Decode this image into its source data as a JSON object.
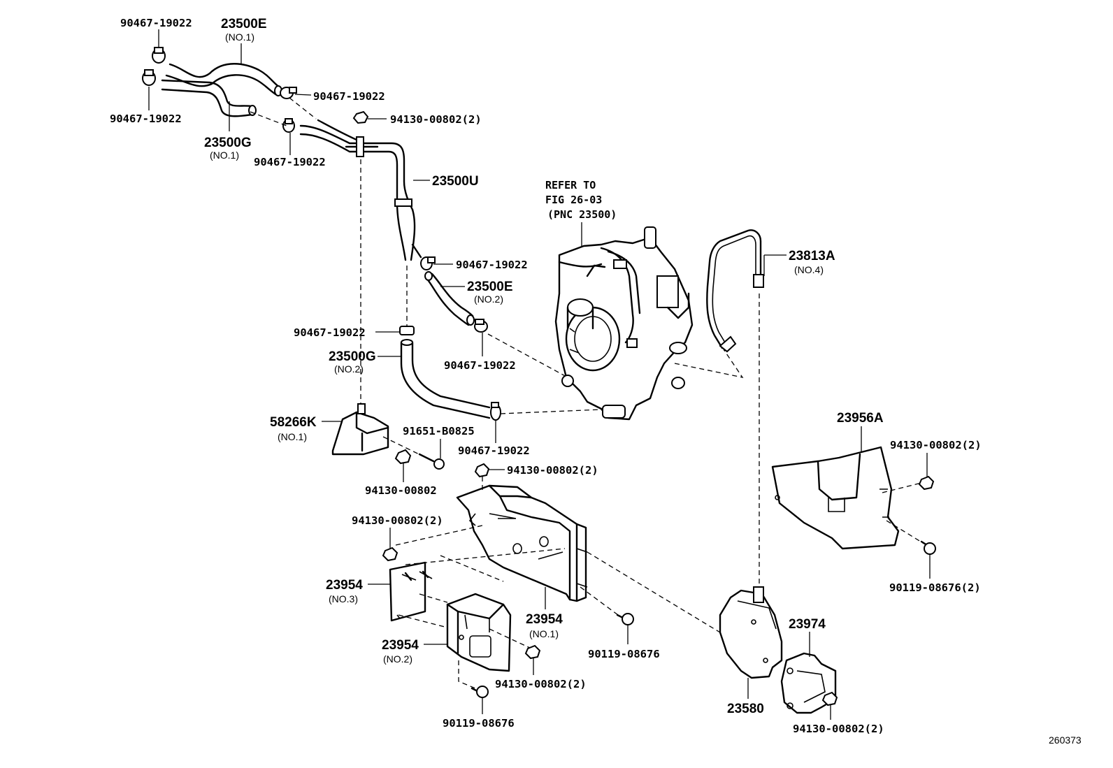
{
  "diagram_id": "260373",
  "reference": {
    "line1": "REFER TO",
    "line2": "FIG 26-03",
    "line3": "(PNC 23500)"
  },
  "labels": {
    "clamp_top": "90467-19022",
    "hose_e1_num": "23500E",
    "hose_e1_sub": "(NO.1)",
    "clamp_right_top": "90467-19022",
    "clamp_left": "90467-19022",
    "hose_g1_num": "23500G",
    "hose_g1_sub": "(NO.1)",
    "clamp_bottom_g1": "90467-19022",
    "nut_pipe": "94130-00802(2)",
    "pipe_u": "23500U",
    "clamp_mid": "90467-19022",
    "hose_e2_num": "23500E",
    "hose_e2_sub": "(NO.2)",
    "clamp_e2": "90467-19022",
    "clamp_g2_top": "90467-19022",
    "hose_g2_num": "23500G",
    "hose_g2_sub": "(NO.2)",
    "clamp_g2_bottom": "90467-19022",
    "bracket_58266": "58266K",
    "bracket_58266_sub": "(NO.1)",
    "bolt_91651": "91651-B0825",
    "nut_58266": "94130-00802",
    "nut_bracket_top": "94130-00802(2)",
    "nut_bracket_left": "94130-00802(2)",
    "bracket_no3": "23954",
    "bracket_no3_sub": "(NO.3)",
    "bracket_no1": "23954",
    "bracket_no1_sub": "(NO.1)",
    "bracket_no2": "23954",
    "bracket_no2_sub": "(NO.2)",
    "bolt_no1": "90119-08676",
    "nut_no2": "94130-00802(2)",
    "bolt_no2": "90119-08676",
    "tube_23813": "23813A",
    "tube_23813_sub": "(NO.4)",
    "cover_23956": "23956A",
    "nut_cover": "94130-00802(2)",
    "bolt_cover": "90119-08676(2)",
    "pump_23580": "23580",
    "bracket_23974": "23974",
    "nut_23974": "94130-00802(2)"
  }
}
